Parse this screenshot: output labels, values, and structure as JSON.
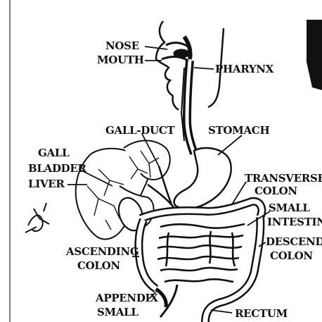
{
  "labels": {
    "nose": "NOSE",
    "mouth": "MOUTH",
    "pharynx": "PHARYNX",
    "gall_duct": "GALL-DUCT",
    "stomach": "STOMACH",
    "gall": "GALL",
    "bladder": "BLADDER",
    "liver": "LIVER",
    "transverse": "TRANSVERSE",
    "transverse_colon": "COLON",
    "small": "SMALL",
    "intestine": "INTESTIN",
    "descending": "DESCENDI",
    "descending_colon": "COLON",
    "ascending": "ASCENDING",
    "ascending_colon": "COLON",
    "appendix": "APPENDIX",
    "small_bottom": "SMALL",
    "rectum": "RECTUM"
  }
}
